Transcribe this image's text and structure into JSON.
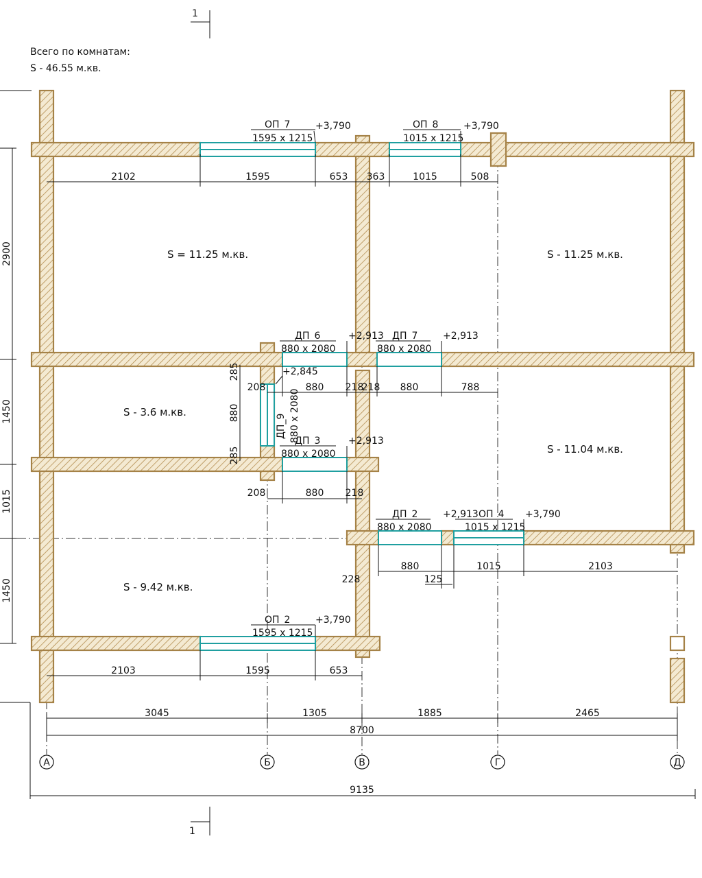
{
  "summary": {
    "caption": "Всего по комнатам:",
    "total": "S  -  46.55 м.кв."
  },
  "section_mark": "1",
  "rooms": [
    {
      "id": "room-top-left",
      "label": "S   = 11.25 м.кв."
    },
    {
      "id": "room-top-right",
      "label": "S   - 11.25 м.кв."
    },
    {
      "id": "room-small",
      "label": "S   - 3.6 м.кв."
    },
    {
      "id": "room-right-middle",
      "label": "S   - 11.04 м.кв."
    },
    {
      "id": "room-bottom-left",
      "label": "S   - 9.42 м.кв."
    }
  ],
  "openings": [
    {
      "id": "op7",
      "mark": "ОП_7",
      "size": "1595 х 1215",
      "level": "+3,790"
    },
    {
      "id": "op8",
      "mark": "ОП_8",
      "size": "1015 х 1215",
      "level": "+3,790"
    },
    {
      "id": "dp6",
      "mark": "ДП_6",
      "size": "880 х 2080",
      "level": "+2,913"
    },
    {
      "id": "dp7",
      "mark": "ДП_7",
      "size": "880 х 2080",
      "level": "+2,913"
    },
    {
      "id": "dp9",
      "mark": "ДП_9",
      "size": "880 х 2080",
      "level": "+2,845"
    },
    {
      "id": "dp3",
      "mark": "ДП_3",
      "size": "880 х 2080",
      "level": "+2,913"
    },
    {
      "id": "dp2",
      "mark": "ДП_2",
      "size": "880 х 2080",
      "level": "+2,913"
    },
    {
      "id": "op4",
      "mark": "ОП_4",
      "size": "1015 х 1215",
      "level": "+3,790"
    },
    {
      "id": "op2",
      "mark": "ОП_2",
      "size": "1595 х 1215",
      "level": "+3,790"
    }
  ],
  "dimensions": {
    "top_row": [
      "2102",
      "1595",
      "653",
      "363",
      "1015",
      "508"
    ],
    "middle_row": [
      "208",
      "880",
      "218",
      "218",
      "880",
      "788"
    ],
    "lower_row": [
      "208",
      "880",
      "218"
    ],
    "dp9_vertical": [
      "285",
      "880",
      "285"
    ],
    "right_row": [
      "880",
      "125",
      "1015",
      "2103",
      "228"
    ],
    "bottom_row": [
      "2103",
      "1595",
      "653"
    ],
    "axis_spans": [
      "3045",
      "1305",
      "1885",
      "2465"
    ],
    "axis_total": "8700",
    "overall_total": "9135",
    "left_side": [
      "2900",
      "1450",
      "1015",
      "1450"
    ]
  },
  "axes": [
    "А",
    "Б",
    "В",
    "Г",
    "Д"
  ],
  "colors": {
    "wall_fill": "#f4ead2",
    "wall_stroke": "#a58247",
    "hatch": "#b38d50",
    "opening": "#1f9fa0",
    "line": "#111111"
  }
}
